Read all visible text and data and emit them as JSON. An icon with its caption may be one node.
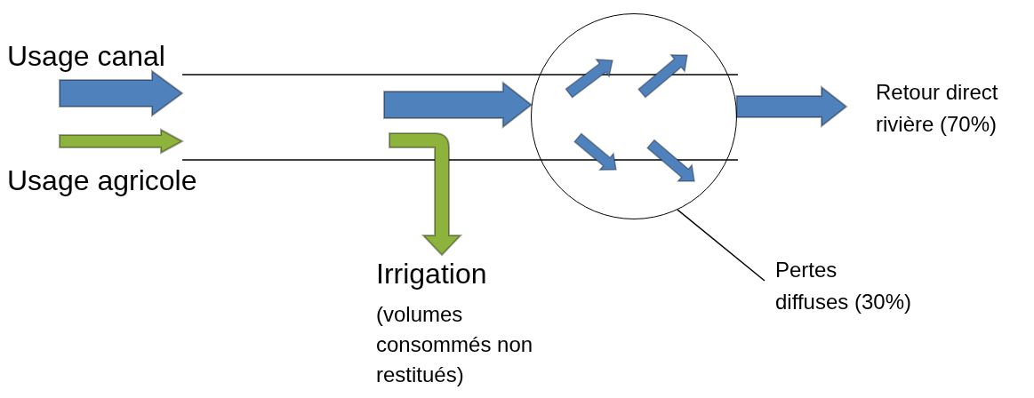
{
  "diagram": {
    "nodes": [
      {
        "text": [
          "Usage canal"
        ]
      },
      {
        "text": [
          "Usage agricole"
        ]
      },
      {
        "text": [
          "Irrigation",
          "(volumes consommés non restitués)"
        ]
      },
      {
        "text": [],
        "shape": "circle"
      },
      {
        "text": [
          "Retour direct rivière (70%)"
        ]
      },
      {
        "text": [
          "Pertes diffuses (30%)"
        ]
      }
    ],
    "edges": [
      {
        "from": null,
        "to": 3,
        "arrow": "to",
        "style": "thick"
      },
      {
        "from": null,
        "to": 2,
        "arrow": "to",
        "style": "thick",
        "color": "#8db33c"
      },
      {
        "from": 3,
        "to": 4,
        "arrow": "to",
        "style": "thick"
      },
      {
        "from": 5,
        "to": 3,
        "arrow": "none"
      }
    ]
  }
}
